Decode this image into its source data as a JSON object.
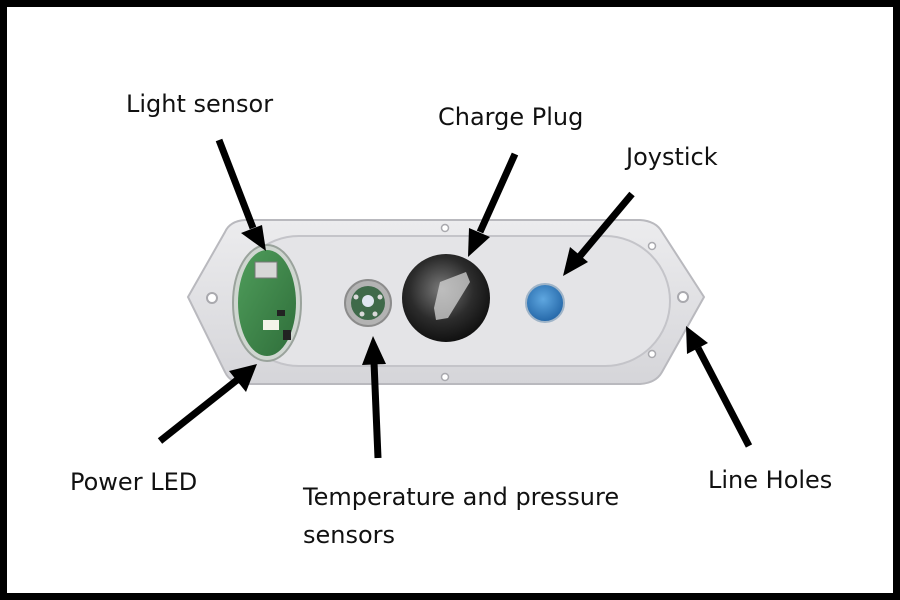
{
  "labels": {
    "light_sensor": "Light sensor",
    "charge_plug": "Charge Plug",
    "joystick": "Joystick",
    "power_led": "Power LED",
    "temp_pressure": "Temperature and pressure sensors",
    "line_holes": "Line Holes"
  },
  "colors": {
    "border": "#000000",
    "background": "#ffffff",
    "housing": "#e1e1e4",
    "housing_shadow": "#c8c8cc",
    "pcb_green": "#3f8a4a",
    "joystick_blue": "#2f7fc1",
    "arrow": "#000000"
  },
  "icons": {
    "joystick": "joystick-icon",
    "charge_plug": "charge-plug-icon",
    "sensor": "sensor-icon"
  }
}
